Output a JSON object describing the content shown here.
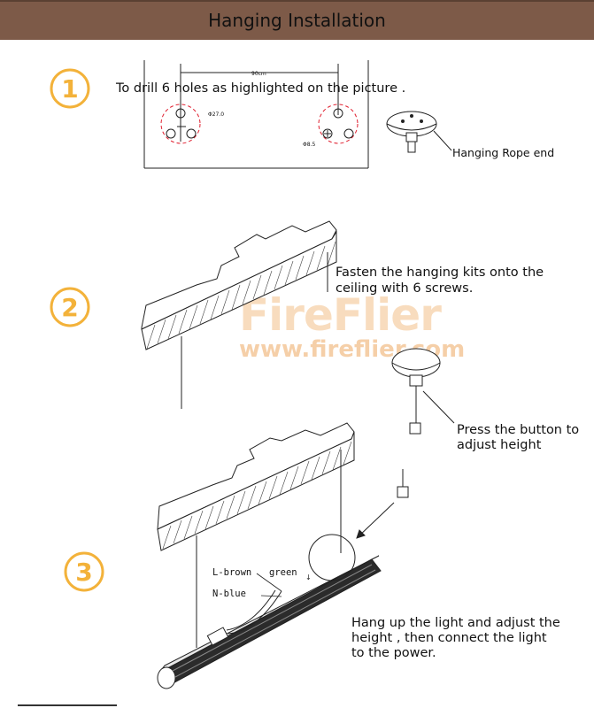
{
  "header": {
    "title": "Hanging Installation"
  },
  "steps": [
    {
      "number": "1",
      "caption": "To drill 6 holes as highlighted on the picture ."
    },
    {
      "number": "2",
      "caption_line1": "Fasten the hanging kits onto the",
      "caption_line2": "ceiling with 6 screws."
    },
    {
      "number": "3",
      "caption_line1": "Hang up the light and adjust the",
      "caption_line2": "height , then connect the light",
      "caption_line3": "to the power."
    }
  ],
  "labels": {
    "hanging_rope_end": "Hanging Rope end",
    "press_button_line1": "Press the button to",
    "press_button_line2": "adjust height",
    "dim_90cm": "90cm",
    "dim_27": "Φ27.0",
    "dim_85": "Φ8.5",
    "wire_brown": "L-brown",
    "wire_green": "green",
    "wire_blue": "N-blue"
  },
  "watermark": {
    "logo": "FireFlier",
    "url": "www.fireflier.com"
  },
  "colors": {
    "header_bg": "#7d5a48",
    "badge": "#f3b23a",
    "hole_highlight": "#e02030"
  }
}
